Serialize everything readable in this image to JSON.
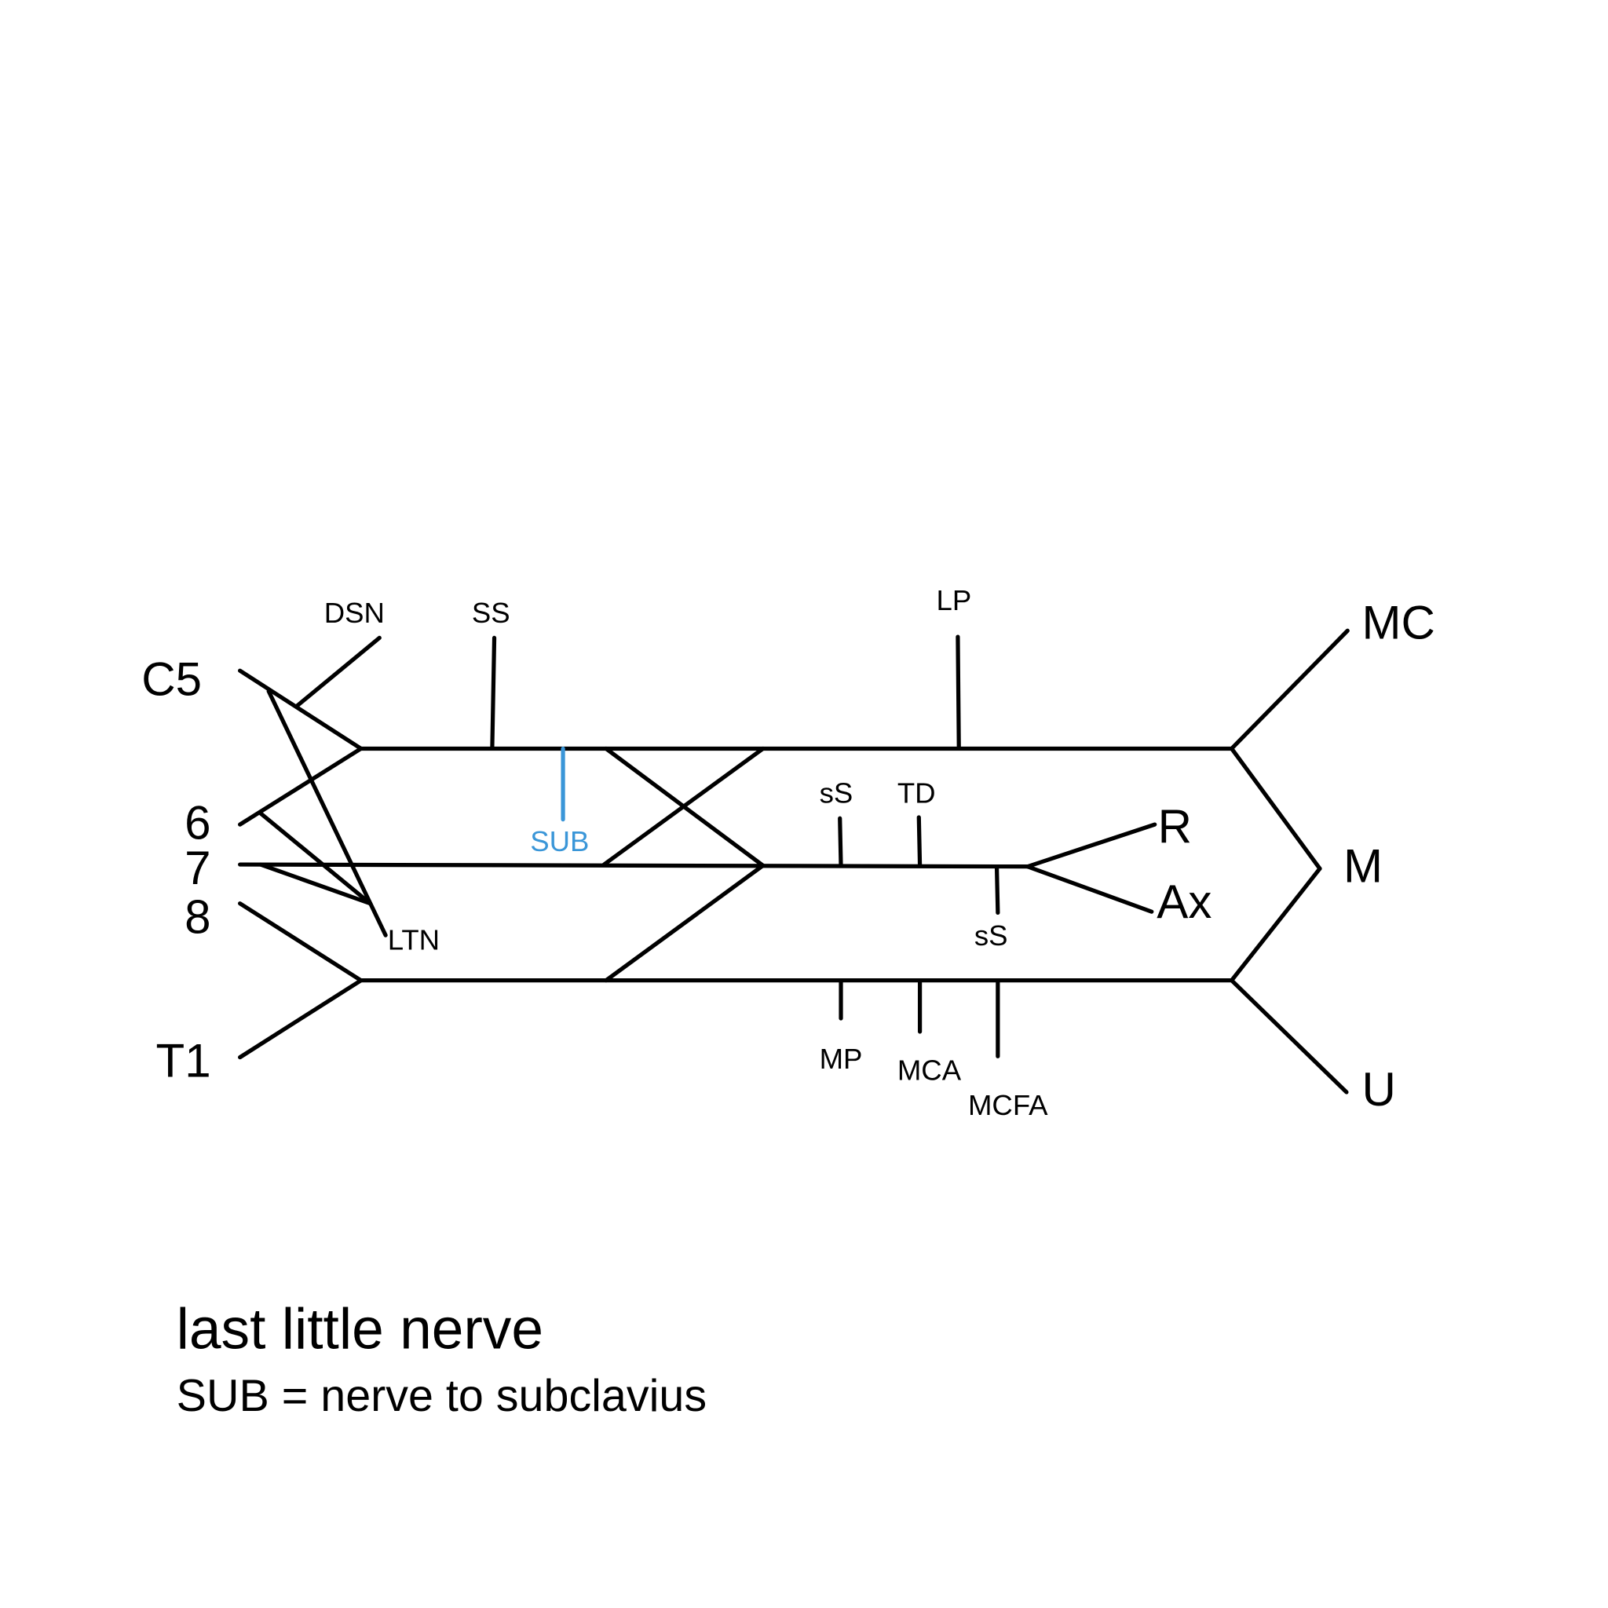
{
  "roots": {
    "c5": "C5",
    "c6": "6",
    "c7": "7",
    "c8": "8",
    "t1": "T1"
  },
  "branches": {
    "dsn": "DSN",
    "ss": "SS",
    "sub": "SUB",
    "ltn": "LTN",
    "lp": "LP",
    "ss_upper_1": "sS",
    "td": "TD",
    "ss_lower_2": "sS",
    "mp": "MP",
    "mca": "MCA",
    "mcfa": "MCFA"
  },
  "terminals": {
    "mc": "MC",
    "m": "M",
    "r": "R",
    "ax": "Ax",
    "u": "U"
  },
  "notes": {
    "title": "last little nerve",
    "legend": "SUB = nerve to subclavius"
  },
  "colors": {
    "line": "#000000",
    "highlight": "#3a96d8"
  }
}
